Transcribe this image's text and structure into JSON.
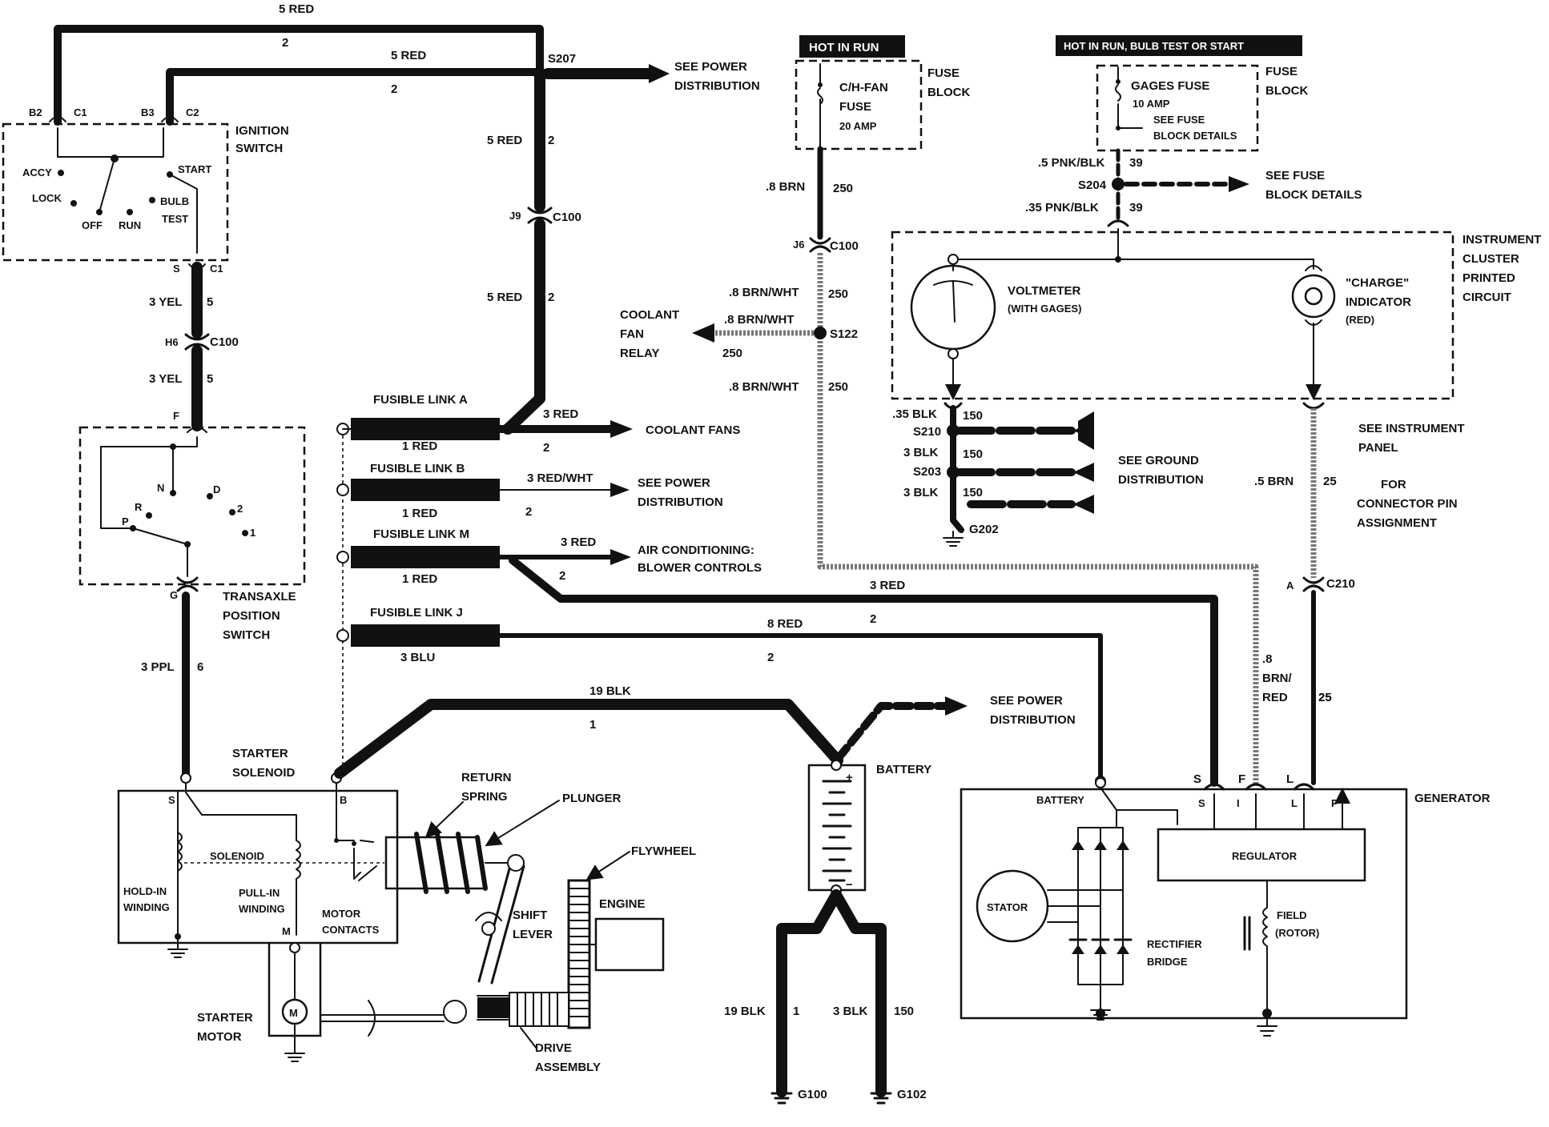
{
  "labels": {
    "ignition_switch": [
      "IGNITION",
      "SWITCH"
    ],
    "ign_pins": {
      "b2": "B2",
      "c1a": "C1",
      "b3": "B3",
      "c2": "C2",
      "s": "S",
      "c1b": "C1"
    },
    "ign_positions": {
      "accy": "ACCY",
      "lock": "LOCK",
      "off": "OFF",
      "run": "RUN",
      "bulb": "BULB",
      "test": "TEST",
      "start": "START"
    },
    "wire_top_outer": {
      "name": "5 RED",
      "num": "2"
    },
    "wire_top_inner": {
      "name": "5 RED",
      "num": "2"
    },
    "s207": "S207",
    "see_power_dist_1": [
      "SEE POWER",
      "DISTRIBUTION"
    ],
    "red_vert_1": {
      "name": "5 RED",
      "num": "2"
    },
    "j9": "J9",
    "c100_a": "C100",
    "red_vert_2": {
      "name": "5 RED",
      "num": "2"
    },
    "yel_1": {
      "name": "3 YEL",
      "num": "5"
    },
    "h6": "H6",
    "c100_b": "C100",
    "yel_2": {
      "name": "3 YEL",
      "num": "5"
    },
    "f_pin": "F",
    "g_pin": "G",
    "transaxle": [
      "TRANSAXLE",
      "POSITION",
      "SWITCH"
    ],
    "trans_pos": {
      "n": "N",
      "d": "D",
      "r": "R",
      "two": "2",
      "p": "P",
      "one": "1"
    },
    "ppl": {
      "name": "3 PPL",
      "num": "6"
    },
    "fusible_a": "FUSIBLE LINK A",
    "fusible_a_wire": "1 RED",
    "fusible_b": "FUSIBLE LINK B",
    "fusible_b_wire": "1 RED",
    "fusible_m": "FUSIBLE LINK M",
    "fusible_m_wire": "1 RED",
    "fusible_j": "FUSIBLE LINK J",
    "fusible_j_wire": "3 BLU",
    "fa_out": {
      "name": "3 RED",
      "num": "2"
    },
    "coolant_fans": "COOLANT FANS",
    "fb_out": {
      "name": "3 RED/WHT",
      "num": "2"
    },
    "see_power_dist_2": [
      "SEE POWER",
      "DISTRIBUTION"
    ],
    "fm_out": {
      "name": "3 RED",
      "num": "2"
    },
    "ac_blower": [
      "AIR CONDITIONING:",
      "BLOWER CONTROLS"
    ],
    "red_long": {
      "name": "3 RED",
      "num": "2"
    },
    "red_8": {
      "name": "8 RED",
      "num": "2"
    },
    "blk_19": {
      "name": "19 BLK",
      "num": "1"
    },
    "see_power_dist_3": [
      "SEE POWER",
      "DISTRIBUTION"
    ],
    "hot_in_run": "HOT IN RUN",
    "cn_fan_fuse": [
      "C/H-FAN",
      "FUSE",
      "20 AMP"
    ],
    "fuse_block_1": [
      "FUSE",
      "BLOCK"
    ],
    "brn_8": {
      "name": ".8 BRN",
      "num": "250"
    },
    "j6": "J6",
    "c100_c": "C100",
    "brnwht_1": {
      "name": ".8 BRN/WHT",
      "num": "250"
    },
    "brnwht_2": {
      "name": ".8 BRN/WHT",
      "num": "250"
    },
    "s122": "S122",
    "brnwht_3": {
      "name": ".8 BRN/WHT",
      "num": "250"
    },
    "coolant_fan_relay": [
      "COOLANT",
      "FAN",
      "RELAY"
    ],
    "hot_in_run_bulb": "HOT IN RUN, BULB TEST OR START",
    "gages_fuse": [
      "GAGES FUSE",
      "10 AMP",
      "SEE FUSE",
      "BLOCK DETAILS"
    ],
    "fuse_block_2": [
      "FUSE",
      "BLOCK"
    ],
    "pnk_1": {
      "name": ".5 PNK/BLK",
      "num": "39"
    },
    "s204": "S204",
    "see_fuse_block": [
      "SEE FUSE",
      "BLOCK DETAILS"
    ],
    "pnk_2": {
      "name": ".35 PNK/BLK",
      "num": "39"
    },
    "instrument_cluster": [
      "INSTRUMENT",
      "CLUSTER",
      "PRINTED",
      "CIRCUIT"
    ],
    "voltmeter": [
      "VOLTMETER",
      "(WITH GAGES)"
    ],
    "charge_ind": [
      "\"CHARGE\"",
      "INDICATOR",
      "(RED)"
    ],
    "blk_35": {
      "name": ".35 BLK",
      "num": "150"
    },
    "s210": "S210",
    "blk_3a": {
      "name": "3 BLK",
      "num": "150"
    },
    "s203": "S203",
    "blk_3b": {
      "name": "3 BLK",
      "num": "150"
    },
    "g202": "G202",
    "see_ground": [
      "SEE GROUND",
      "DISTRIBUTION"
    ],
    "see_instrument": [
      "SEE INSTRUMENT",
      "PANEL"
    ],
    "for_connector": [
      "FOR",
      "CONNECTOR PIN",
      "ASSIGNMENT"
    ],
    "brn_5": {
      "name": ".5 BRN",
      "num": "25"
    },
    "a_pin": "A",
    "c210": "C210",
    "brn_red": {
      "name": [
        ".8",
        "BRN/",
        "RED"
      ],
      "num": "25"
    },
    "starter_solenoid": [
      "STARTER",
      "SOLENOID"
    ],
    "sol_pins": {
      "s": "S",
      "b": "B",
      "m": "M"
    },
    "solenoid": "SOLENOID",
    "hold_in": [
      "HOLD-IN",
      "WINDING"
    ],
    "pull_in": [
      "PULL-IN",
      "WINDING"
    ],
    "motor_contacts": [
      "MOTOR",
      "CONTACTS"
    ],
    "return_spring": [
      "RETURN",
      "SPRING"
    ],
    "plunger": "PLUNGER",
    "flywheel": "FLYWHEEL",
    "engine": "ENGINE",
    "shift_lever": [
      "SHIFT",
      "LEVER"
    ],
    "starter_motor": [
      "STARTER",
      "MOTOR"
    ],
    "motor_m": "M",
    "drive_assembly": [
      "DRIVE",
      "ASSEMBLY"
    ],
    "battery": "BATTERY",
    "bat_plus": "+",
    "bat_minus": "−",
    "blk_19_g": {
      "name": "19 BLK",
      "num": "1"
    },
    "blk_3_g": {
      "name": "3 BLK",
      "num": "150"
    },
    "g100": "G100",
    "g102": "G102",
    "generator": "GENERATOR",
    "gen_pins": {
      "s": "S",
      "f": "F",
      "l": "L",
      "si": "S",
      "i": "I",
      "li": "L",
      "p": "P"
    },
    "gen_battery": "BATTERY",
    "regulator": "REGULATOR",
    "stator": "STATOR",
    "rectifier": [
      "RECTIFIER",
      "BRIDGE"
    ],
    "field": [
      "FIELD",
      "(ROTOR)"
    ]
  }
}
